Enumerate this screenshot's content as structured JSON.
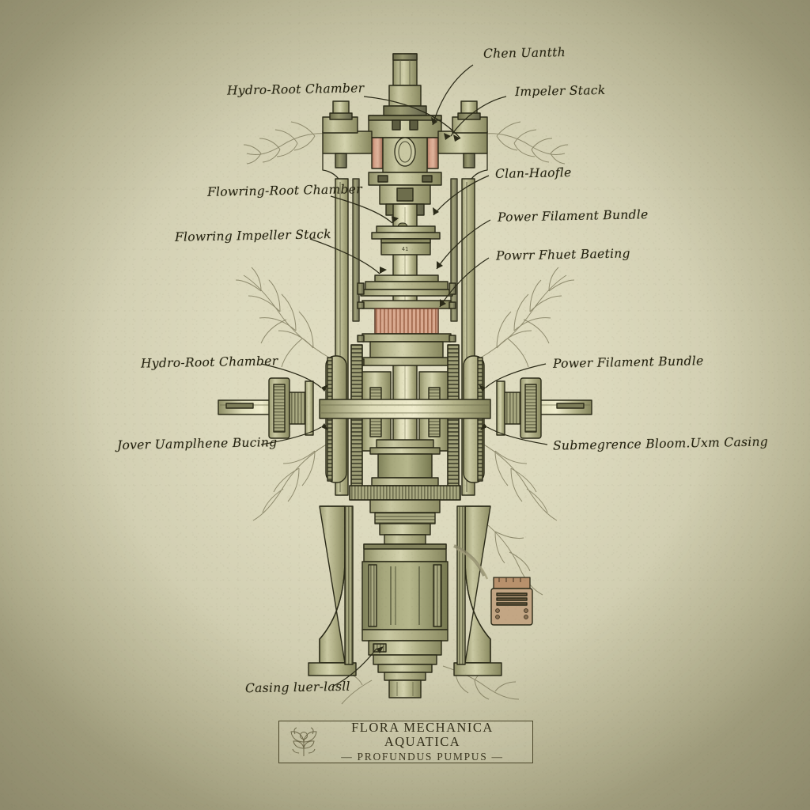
{
  "plate": {
    "paper_color": "#dcd9bd",
    "ink_color": "#23210f",
    "metal_color": "#a8a882",
    "accent_copper": "#c08a6a"
  },
  "cartouche": {
    "title": "FLORA MECHANICA AQUATICA",
    "subtitle": "— PROFUNDUS PUMPUS —",
    "emblem": "floral-emblem-icon"
  },
  "labels": [
    {
      "id": "chen-uantth",
      "text": "Chen Uantth",
      "side": "right"
    },
    {
      "id": "hydro-root-chamber-top",
      "text": "Hydro-Root Chamber",
      "side": "left"
    },
    {
      "id": "impeler-stack",
      "text": "Impeler Stack",
      "side": "right"
    },
    {
      "id": "clan-haofle",
      "text": "Clan-Haofle",
      "side": "right"
    },
    {
      "id": "flowring-root-chamber",
      "text": "Flowring-Root Chamber",
      "side": "left"
    },
    {
      "id": "power-filament-bundle",
      "text": "Power Filament Bundle",
      "side": "right"
    },
    {
      "id": "flowring-impeller-stack",
      "text": "Flowring Impeller Stack",
      "side": "left"
    },
    {
      "id": "powrr-fhuet-baeting",
      "text": "Powrr Fhuet Baeting",
      "side": "right"
    },
    {
      "id": "hydro-root-chamber-mid",
      "text": "Hydro-Root Chamber",
      "side": "left"
    },
    {
      "id": "power-filament-bundle-2",
      "text": "Power Filament Bundle",
      "side": "right"
    },
    {
      "id": "jover-uamplhene-bucing",
      "text": "Jover Uamplhene Bucing",
      "side": "left"
    },
    {
      "id": "submegrence-casing",
      "text": "Submegrence Bloom.Uxm Casing",
      "side": "right"
    },
    {
      "id": "casing-luer-lasll",
      "text": "Casing luer-lasll",
      "side": "left"
    }
  ]
}
